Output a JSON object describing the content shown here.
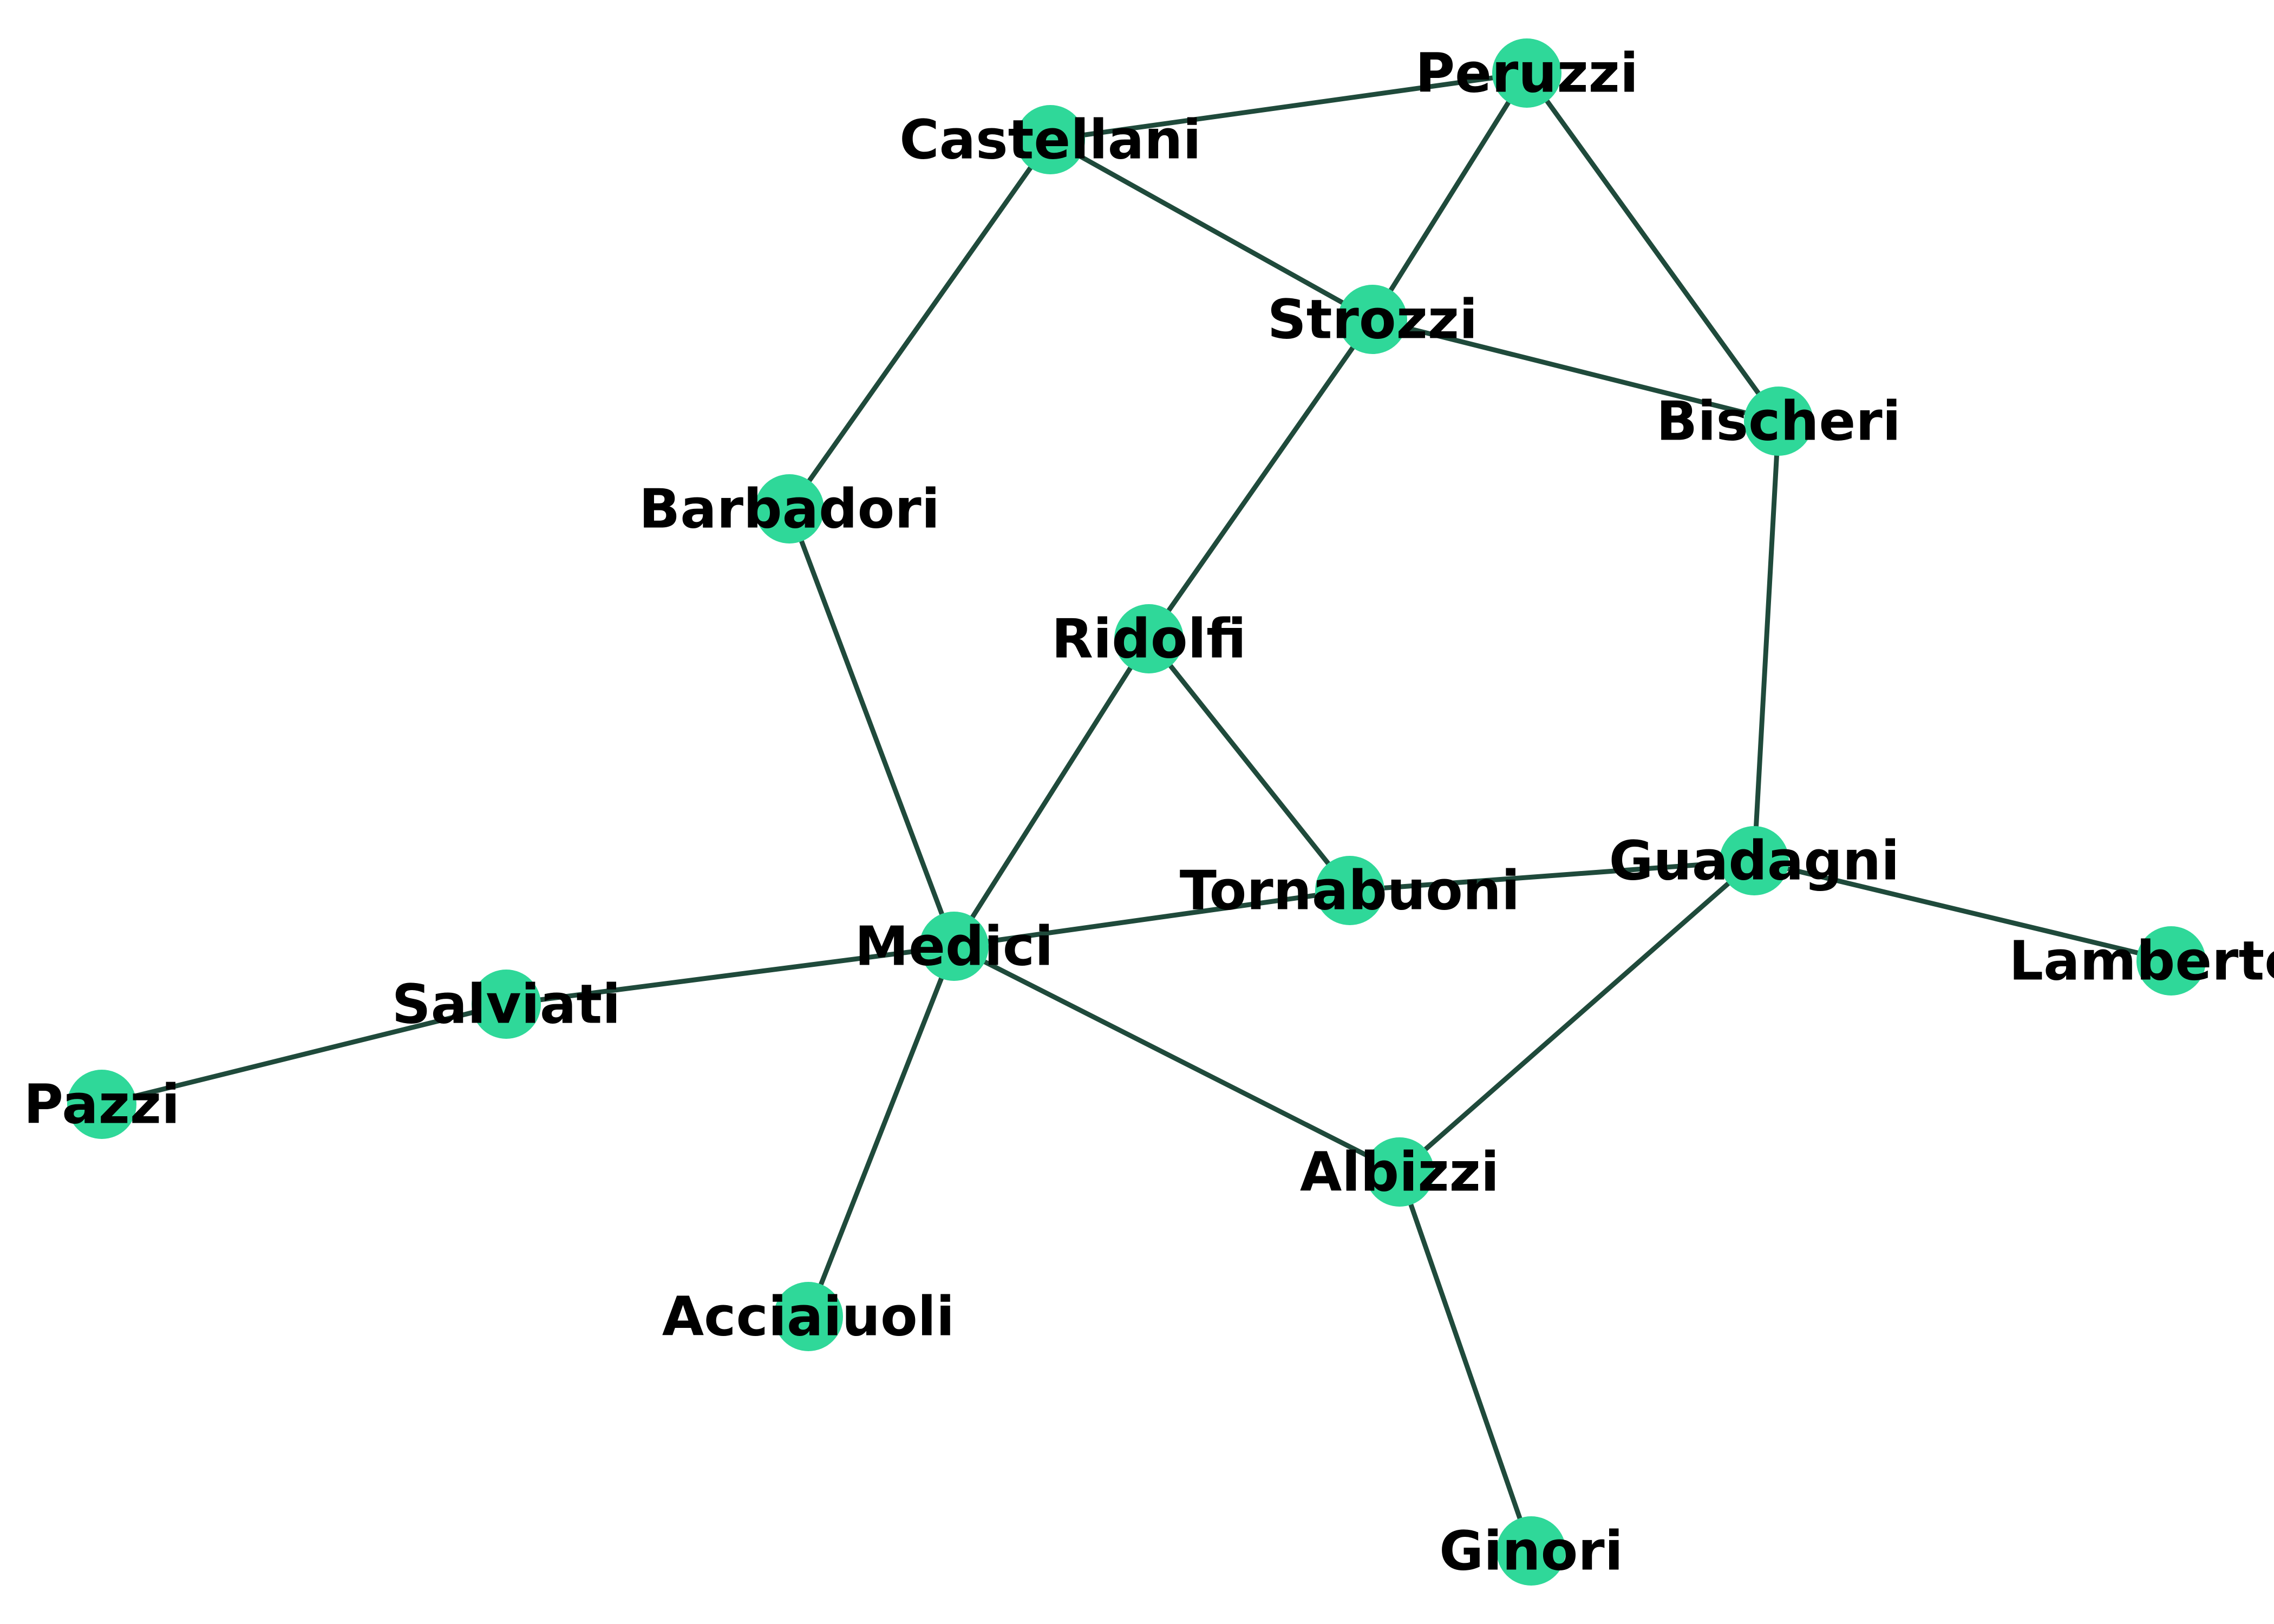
{
  "graph": {
    "node_color": "#2fd899",
    "edge_color": "#1f4a3b",
    "label_color": "#000000",
    "nodes": [
      {
        "id": "peruzzi",
        "label": "Peruzzi"
      },
      {
        "id": "castellani",
        "label": "Castellani"
      },
      {
        "id": "strozzi",
        "label": "Strozzi"
      },
      {
        "id": "bischeri",
        "label": "Bischeri"
      },
      {
        "id": "barbadori",
        "label": "Barbadori"
      },
      {
        "id": "ridolfi",
        "label": "Ridolfi"
      },
      {
        "id": "guadagni",
        "label": "Guadagni"
      },
      {
        "id": "tornabuoni",
        "label": "Tornabuoni"
      },
      {
        "id": "medici",
        "label": "Medici"
      },
      {
        "id": "lamberteschi",
        "label": "Lambertes"
      },
      {
        "id": "salviati",
        "label": "Salviati"
      },
      {
        "id": "pazzi",
        "label": "Pazzi"
      },
      {
        "id": "albizzi",
        "label": "Albizzi"
      },
      {
        "id": "acciaiuoli",
        "label": "Acciaiuoli"
      },
      {
        "id": "ginori",
        "label": "Ginori"
      }
    ],
    "edges": [
      [
        "castellani",
        "peruzzi"
      ],
      [
        "castellani",
        "strozzi"
      ],
      [
        "castellani",
        "barbadori"
      ],
      [
        "peruzzi",
        "strozzi"
      ],
      [
        "peruzzi",
        "bischeri"
      ],
      [
        "strozzi",
        "bischeri"
      ],
      [
        "strozzi",
        "ridolfi"
      ],
      [
        "bischeri",
        "guadagni"
      ],
      [
        "barbadori",
        "medici"
      ],
      [
        "ridolfi",
        "medici"
      ],
      [
        "ridolfi",
        "tornabuoni"
      ],
      [
        "tornabuoni",
        "guadagni"
      ],
      [
        "tornabuoni",
        "medici"
      ],
      [
        "guadagni",
        "lamberteschi"
      ],
      [
        "guadagni",
        "albizzi"
      ],
      [
        "medici",
        "salviati"
      ],
      [
        "medici",
        "albizzi"
      ],
      [
        "medici",
        "acciaiuoli"
      ],
      [
        "salviati",
        "pazzi"
      ],
      [
        "albizzi",
        "ginori"
      ]
    ]
  }
}
